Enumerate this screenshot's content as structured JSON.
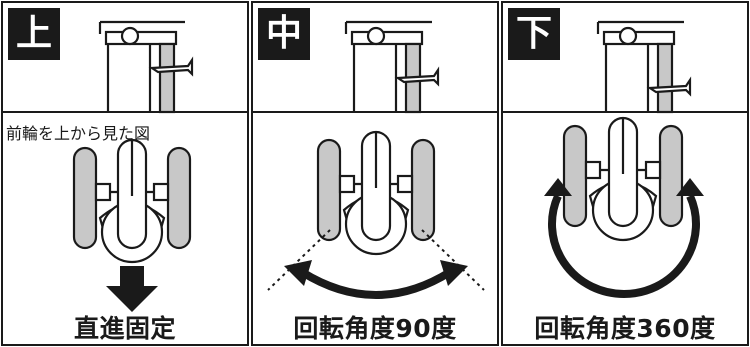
{
  "panels": [
    {
      "badge": "上",
      "caption": "直進固定",
      "note": "前輪を上から見た図"
    },
    {
      "badge": "中",
      "caption": "回転角度90度"
    },
    {
      "badge": "下",
      "caption": "回転角度360度"
    }
  ],
  "colors": {
    "ink": "#1a1a1a",
    "tire_fill": "#c8c8c8",
    "line": "#1a1a1a",
    "paper": "#ffffff"
  }
}
